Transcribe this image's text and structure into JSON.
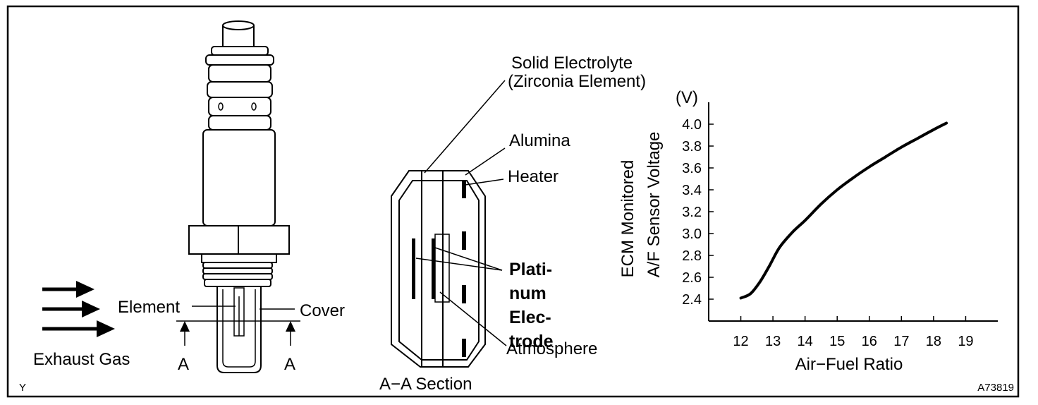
{
  "sensor": {
    "element_label": "Element",
    "cover_label": "Cover",
    "exhaust_label": "Exhaust Gas",
    "section_mark_left": "A",
    "section_mark_right": "A"
  },
  "section": {
    "title": "A−A Section",
    "solid_electrolyte_1": "Solid Electrolyte",
    "solid_electrolyte_2": "(Zirconia Element)",
    "alumina": "Alumina",
    "heater": "Heater",
    "platinum_1": "Plati-",
    "platinum_2": "num",
    "platinum_3": "Elec-",
    "platinum_4": "trode",
    "atmosphere": "Atmosphere"
  },
  "chart_data": {
    "type": "line",
    "xlabel": "Air−Fuel Ratio",
    "ylabel_1": "ECM Monitored",
    "ylabel_2": "A/F Sensor Voltage",
    "yunit": "(V)",
    "xlim": [
      11,
      20
    ],
    "ylim": [
      2.2,
      4.2
    ],
    "xticks": [
      12,
      13,
      14,
      15,
      16,
      17,
      18,
      19
    ],
    "yticks": [
      "2.4",
      "2.6",
      "2.8",
      "3.0",
      "3.2",
      "3.4",
      "3.6",
      "3.8",
      "4.0"
    ],
    "series": [
      {
        "x": [
          12.0,
          12.3,
          12.6,
          12.9,
          13.2,
          13.6,
          14.0,
          14.5,
          15.0,
          15.5,
          16.0,
          16.5,
          17.0,
          17.5,
          18.0,
          18.4
        ],
        "y": [
          2.41,
          2.45,
          2.56,
          2.71,
          2.87,
          3.01,
          3.12,
          3.27,
          3.4,
          3.51,
          3.61,
          3.7,
          3.79,
          3.87,
          3.95,
          4.01
        ]
      }
    ]
  },
  "figure_code": "A73819",
  "corner_mark": "Y"
}
